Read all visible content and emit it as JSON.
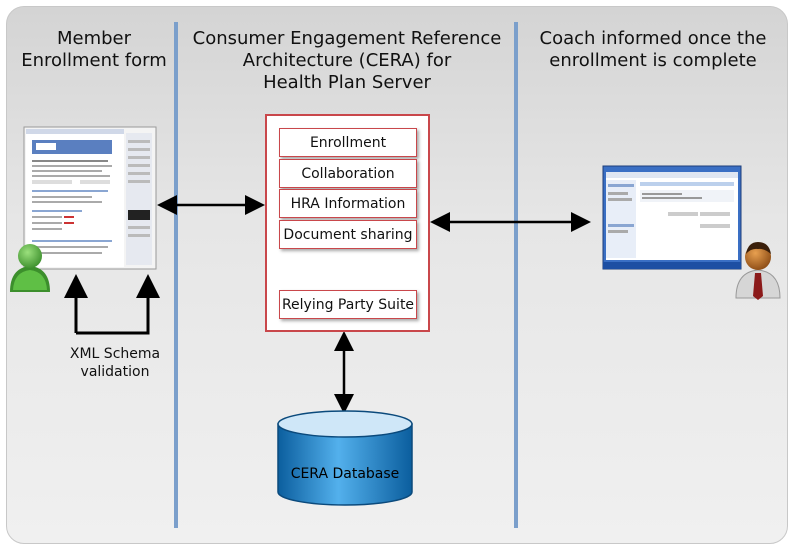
{
  "columns": {
    "left": {
      "title_line1": "Member",
      "title_line2": "Enrollment form"
    },
    "center": {
      "title_line1": "Consumer Engagement Reference",
      "title_line2": "Architecture (CERA) for",
      "title_line3": "Health Plan Server"
    },
    "right": {
      "title_line1": "Coach informed once the",
      "title_line2": "enrollment is complete"
    }
  },
  "services": [
    {
      "label": "Enrollment"
    },
    {
      "label": "Collaboration"
    },
    {
      "label": "HRA Information"
    },
    {
      "label": "Document sharing"
    },
    {
      "label": "Relying Party Suite"
    }
  ],
  "validation": {
    "line1": "XML Schema",
    "line2": "validation"
  },
  "database": {
    "label": "CERA Database"
  },
  "colors": {
    "divider": "#7b9fcb",
    "box_border": "#c9474b",
    "db_fill": "#1f7fc2"
  },
  "icons": [
    "form-screenshot-icon",
    "member-avatar-icon",
    "coach-screenshot-icon",
    "coach-avatar-icon",
    "database-icon"
  ]
}
